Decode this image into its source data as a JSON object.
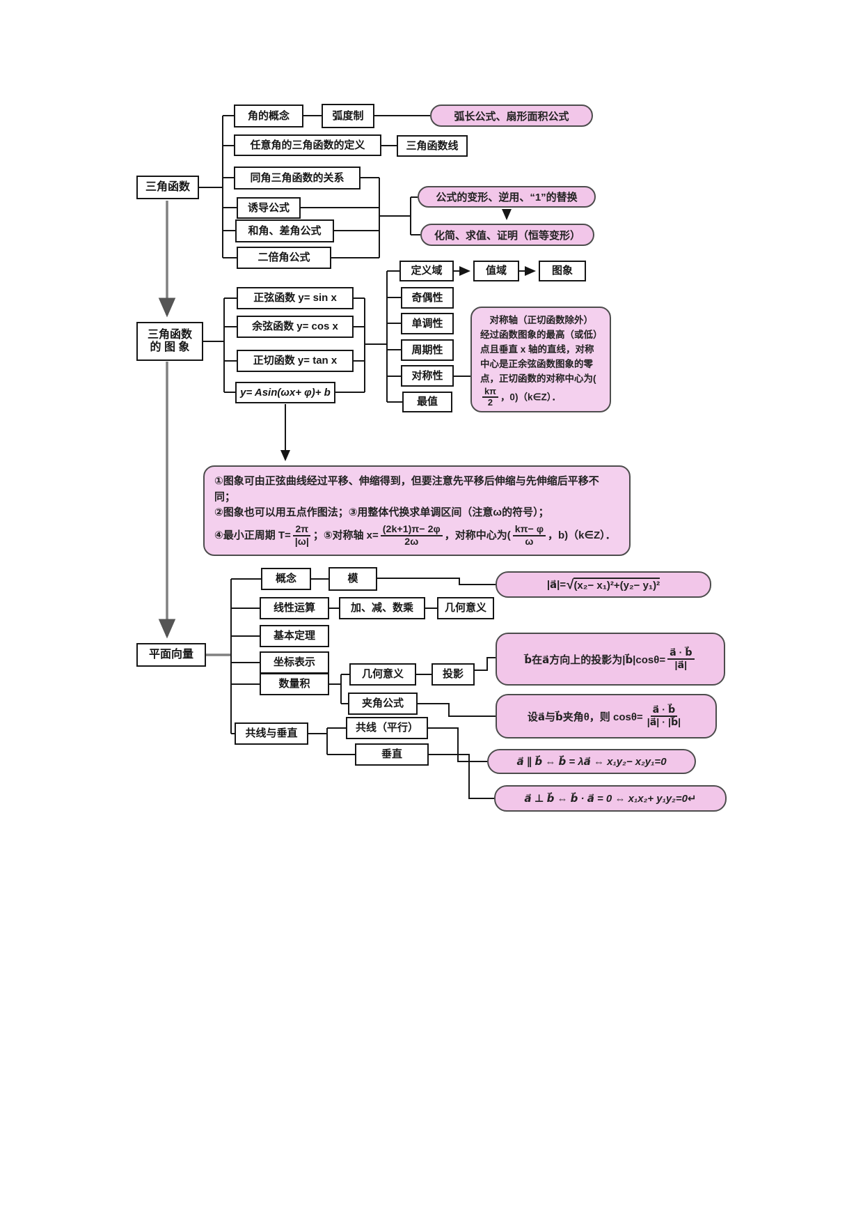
{
  "trig": {
    "root": "三角函数",
    "angle_concept": "角的概念",
    "radian": "弧度制",
    "arc_formula": "弧长公式、扇形面积公式",
    "any_angle_def": "任意角的三角函数的定义",
    "trig_function_line": "三角函数线",
    "same_angle_relation": "同角三角函数的关系",
    "induction_formula": "诱导公式",
    "sum_diff_formula": "和角、差角公式",
    "double_angle_formula": "二倍角公式",
    "transform_note": "公式的变形、逆用、“1”的替换",
    "simplify_note": "化简、求值、证明（恒等变形）"
  },
  "graph": {
    "root_line1": "三角函数",
    "root_line2": "的 图 象",
    "sine": "正弦函数 y= sin x",
    "cosine": "余弦函数 y= cos x",
    "tangent": "正切函数 y= tan x",
    "general": "y= Asin(ωx+ φ)+ b",
    "domain": "定义域",
    "range": "值域",
    "graph_label": "图象",
    "parity": "奇偶性",
    "monotonicity": "单调性",
    "periodicity": "周期性",
    "symmetry": "对称性",
    "extremum": "最值",
    "symmetry_note": {
      "before": "对称轴（正切函数除外）经过函数图象的最高（或低）点且垂直 x 轴的直线，对称中心是正余弦函数图象的零点，正切函数的对称中心为(",
      "frac_num": "kπ",
      "frac_den": "2",
      "after": "，0)（k∈Z）．"
    },
    "big_note": {
      "line1": "①图象可由正弦曲线经过平移、伸缩得到，但要注意先平移后伸缩与先伸缩后平移不同；",
      "line2": "②图象也可以用五点作图法；③用整体代换求单调区间（注意ω的符号）；",
      "line3_a": "④最小正周期 T=",
      "frac1_num": "2π",
      "frac1_den": "|ω|",
      "line3_b": "；⑤对称轴 x=",
      "frac2_num": "(2k+1)π− 2φ",
      "frac2_den": "2ω",
      "line3_c": "，对称中心为(",
      "frac3_num": "kπ− φ",
      "frac3_den": "ω",
      "line3_d": "，b)（k∈Z）．"
    }
  },
  "vector": {
    "root": "平面向量",
    "concept": "概念",
    "modulus": "模",
    "modulus_formula": {
      "prefix": "|a⃗|=",
      "sqrt": "√",
      "radicand": "(x₂− x₁)²+(y₂− y₁)²"
    },
    "linear_ops": "线性运算",
    "add_sub_scalar": "加、减、数乘",
    "geometric_meaning1": "几何意义",
    "basic_theorem": "基本定理",
    "coordinate": "坐标表示",
    "dot_product": "数量积",
    "geometric_meaning2": "几何意义",
    "projection": "投影",
    "projection_formula": {
      "prefix": "b⃗在a⃗方向上的投影为|b⃗|cosθ= ",
      "num": "a⃗ · b⃗",
      "den": "|a⃗|"
    },
    "angle_formula_label": "夹角公式",
    "angle_formula": {
      "prefix": "设a⃗与b⃗夹角θ，则 cosθ= ",
      "num": "a⃗ · b⃗",
      "den": "|a⃗| · |b⃗|"
    },
    "collinear_perp": "共线与垂直",
    "collinear": "共线（平行）",
    "perpendicular": "垂直",
    "parallel_formula": "a⃗ ∥ b⃗ ⇔ b⃗ = λa⃗ ⇔ x₁y₂− x₂y₁=0",
    "perpendicular_formula": "a⃗ ⊥ b⃗ ⇔ b⃗ · a⃗ = 0 ⇔ x₁x₂+ y₁y₂=0↵"
  }
}
